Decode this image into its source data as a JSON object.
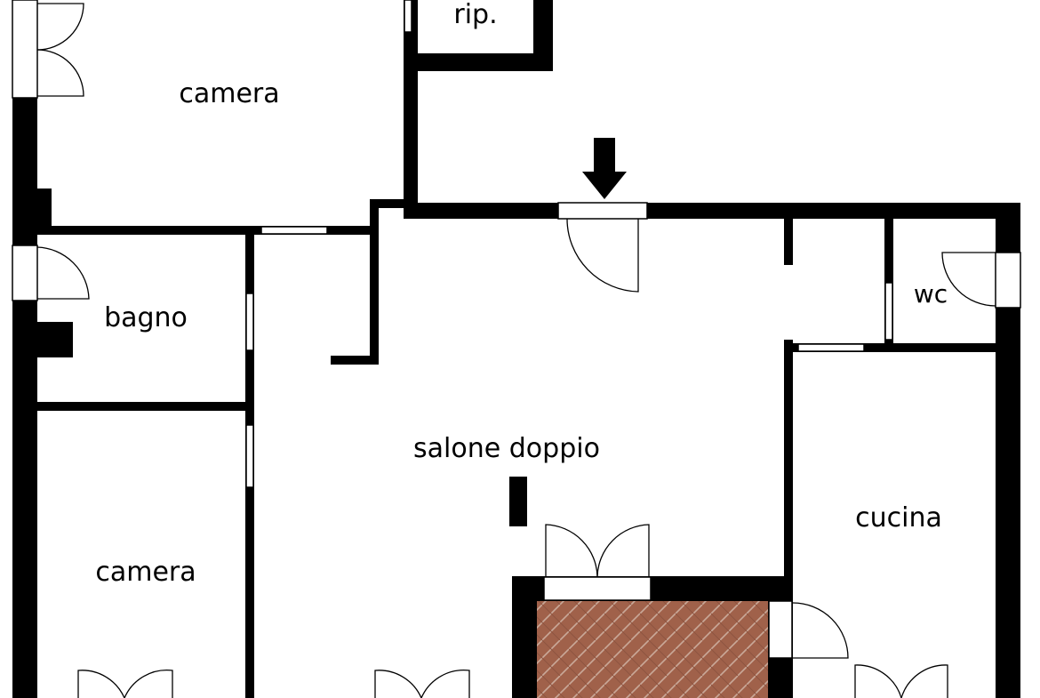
{
  "colors": {
    "background": "#ffffff",
    "wall": "#000000",
    "door_line": "#000000",
    "window_fill": "#ffffff",
    "terrace_tile": "#a0614a",
    "terrace_grout": "#c9a898"
  },
  "rooms": [
    {
      "id": "camera-top",
      "label": "camera"
    },
    {
      "id": "rip",
      "label": "rip."
    },
    {
      "id": "bagno",
      "label": "bagno"
    },
    {
      "id": "wc",
      "label": "wc"
    },
    {
      "id": "salone",
      "label": "salone doppio"
    },
    {
      "id": "cucina",
      "label": "cucina"
    },
    {
      "id": "camera-bottom",
      "label": "camera"
    }
  ],
  "icons": {
    "entrance": "entrance-arrow-icon"
  }
}
